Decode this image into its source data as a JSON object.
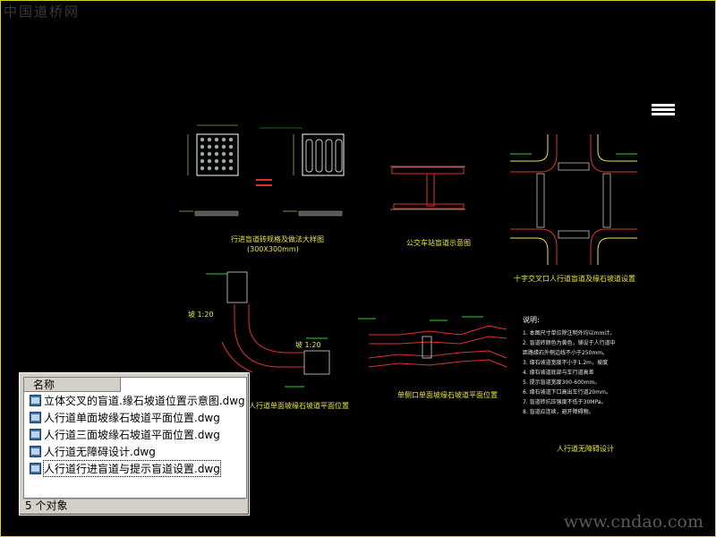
{
  "watermark": {
    "top_left": "中国道桥网",
    "bottom_right": "www.cndao.com"
  },
  "drawing": {
    "labels": {
      "tactile_paving_detail": "行进盲道砖规格及做法大样图",
      "tactile_paving_scale": "(300X300mm)",
      "bus_stop": "公交车站盲道示意图",
      "intersection": "十字交叉口人行道盲道及缘石坡道设置",
      "curb_ramp_single": "人行道单面坡缘石坡道平面位置",
      "curb_ramp_mid": "单侧口单面坡缘石坡道平面位置",
      "slope_1": "坡 1:20",
      "slope_2": "坡 1:20"
    },
    "notes_title": "说明:",
    "notes": [
      "1. 本图尺寸单位除注明外均以mm计。",
      "2. 盲道砖颜色为黄色，铺设于人行道中",
      "   距路缘石外侧边线不小于250mm。",
      "3. 缘石坡道宽度不小于1.2m，坡度",
      "4. 缘石坡道底部与车行道高差",
      "5. 提示盲道宽度300-600mm。",
      "6. 缘石坡道下口高出车行道20mm。",
      "7. 盲道砖抗压强度不低于30MPa。",
      "8. 盲道应连续，避开障碍物。"
    ],
    "sheet_title": "人行道无障碍设计"
  },
  "file_list": {
    "column_header": "名称",
    "files": [
      "立体交叉的盲道.缘石坡道位置示意图.dwg",
      "人行道单面坡缘石坡道平面位置.dwg",
      "人行道三面坡缘石坡道平面位置.dwg",
      "人行道无障碍设计.dwg",
      "人行道行进盲道与提示盲道设置.dwg"
    ],
    "selected_index": 4,
    "status": "5 个对象"
  },
  "colors": {
    "frame": "#d8d020",
    "cad_yellow": "#e7e54a",
    "cad_red": "#e03030",
    "cad_green": "#2ad42a",
    "cad_cyan": "#30d0e0"
  }
}
